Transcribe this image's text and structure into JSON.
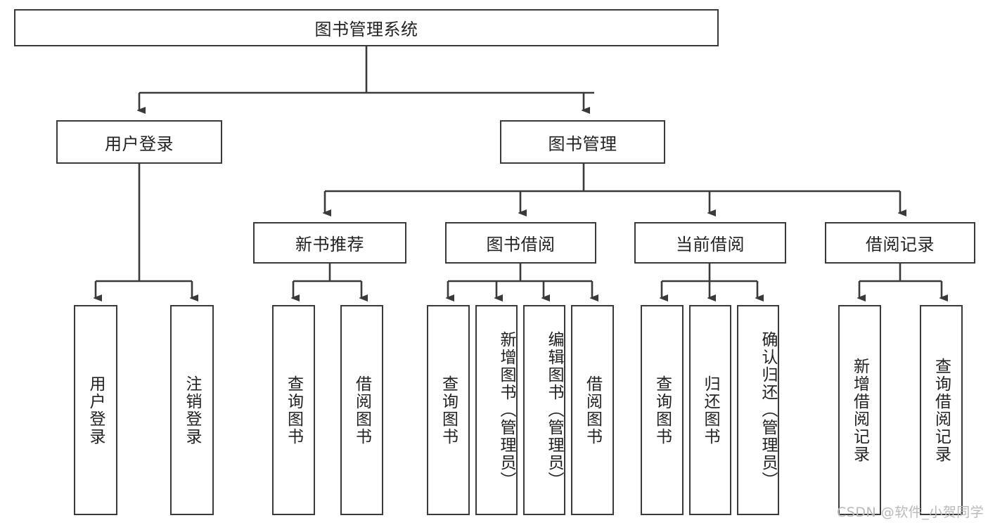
{
  "diagram": {
    "type": "tree-hierarchy-chart",
    "title": "图书管理系统",
    "watermark": "CSDN @软件_小贺同学",
    "colors": {
      "box_border": "#3a3a3a",
      "box_fill": "#ffffff",
      "line": "#3a3a3a",
      "text": "#222222",
      "watermark": "#b9b9b9"
    },
    "nodes": {
      "root": {
        "label": "图书管理系统",
        "level": 0
      },
      "l1": [
        {
          "id": "user-login",
          "label": "用户登录"
        },
        {
          "id": "book-management",
          "label": "图书管理"
        }
      ],
      "l2": [
        {
          "id": "new-book-recommend",
          "label": "新书推荐",
          "parent": "book-management"
        },
        {
          "id": "book-borrow",
          "label": "图书借阅",
          "parent": "book-management"
        },
        {
          "id": "current-borrow",
          "label": "当前借阅",
          "parent": "book-management"
        },
        {
          "id": "borrow-record",
          "label": "借阅记录",
          "parent": "book-management"
        }
      ],
      "leaves": {
        "user-login": [
          {
            "id": "leaf-user-login",
            "label": "用户登录"
          },
          {
            "id": "leaf-logout-login",
            "label": "注销登录"
          }
        ],
        "new-book-recommend": [
          {
            "id": "leaf-query-book-1",
            "label": "查询图书"
          },
          {
            "id": "leaf-borrow-book-1",
            "label": "借阅图书"
          }
        ],
        "book-borrow": [
          {
            "id": "leaf-query-book-2",
            "label": "查询图书"
          },
          {
            "id": "leaf-add-book",
            "label": "新增图书（管理员）"
          },
          {
            "id": "leaf-edit-book",
            "label": "编辑图书（管理员）"
          },
          {
            "id": "leaf-borrow-book-2",
            "label": "借阅图书"
          }
        ],
        "current-borrow": [
          {
            "id": "leaf-query-book-3",
            "label": "查询图书"
          },
          {
            "id": "leaf-return-book",
            "label": "归还图书"
          },
          {
            "id": "leaf-confirm-return",
            "label": "确认归还（管理员）"
          }
        ],
        "borrow-record": [
          {
            "id": "leaf-add-record",
            "label": "新增借阅记录"
          },
          {
            "id": "leaf-query-record",
            "label": "查询借阅记录"
          }
        ]
      }
    }
  }
}
